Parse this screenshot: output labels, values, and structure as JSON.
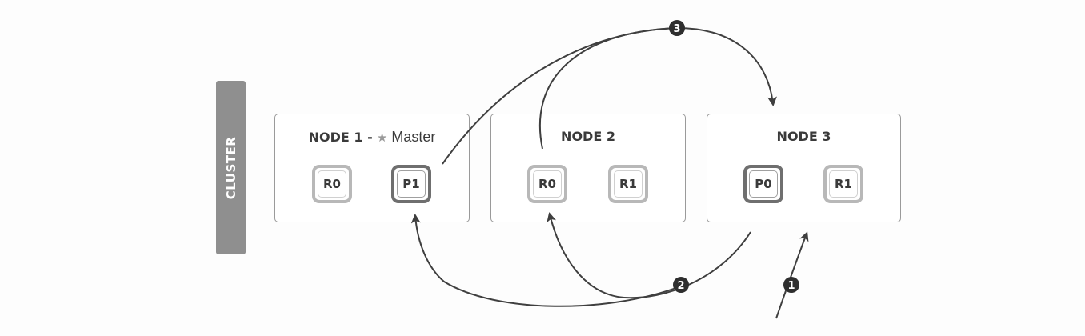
{
  "cluster": {
    "label": "CLUSTER"
  },
  "nodes": [
    {
      "title": "NODE 1 -",
      "master_label": "Master",
      "shards": [
        {
          "label": "R0",
          "kind": "replica"
        },
        {
          "label": "P1",
          "kind": "primary"
        }
      ]
    },
    {
      "title": "NODE 2",
      "shards": [
        {
          "label": "R0",
          "kind": "replica"
        },
        {
          "label": "R1",
          "kind": "replica"
        }
      ]
    },
    {
      "title": "NODE 3",
      "shards": [
        {
          "label": "P0",
          "kind": "primary"
        },
        {
          "label": "R1",
          "kind": "replica"
        }
      ]
    }
  ],
  "steps": [
    {
      "number": "1"
    },
    {
      "number": "2"
    },
    {
      "number": "3"
    }
  ],
  "colors": {
    "cluster_bar": "#8f8f8f",
    "node_border": "#9a9a9a",
    "replica_border": "#b8b8b8",
    "primary_border": "#6f6f6f",
    "arrow": "#3f3f3f",
    "badge": "#2e2e2e"
  },
  "icons": {
    "master": "star-icon"
  }
}
